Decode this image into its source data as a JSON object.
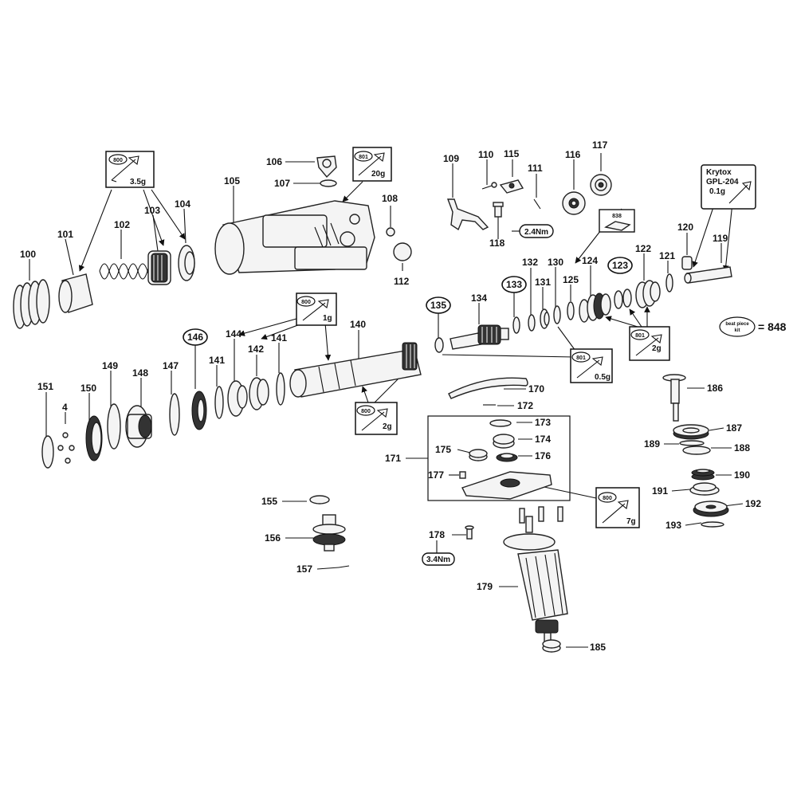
{
  "parts": {
    "p100": "100",
    "p101": "101",
    "p102": "102",
    "p103": "103",
    "p104": "104",
    "p105": "105",
    "p106": "106",
    "p107": "107",
    "p108": "108",
    "p109": "109",
    "p110": "110",
    "p111": "111",
    "p112": "112",
    "p115": "115",
    "p116": "116",
    "p117": "117",
    "p118": "118",
    "p119": "119",
    "p120": "120",
    "p121": "121",
    "p122": "122",
    "p123": "123",
    "p124": "124",
    "p125": "125",
    "p130": "130",
    "p131": "131",
    "p132": "132",
    "p133": "133",
    "p134": "134",
    "p135": "135",
    "p140": "140",
    "p141a": "141",
    "p141b": "141",
    "p142": "142",
    "p144": "144",
    "p146": "146",
    "p147": "147",
    "p148": "148",
    "p149": "149",
    "p150": "150",
    "p151": "151",
    "p4": "4",
    "p155": "155",
    "p156": "156",
    "p157": "157",
    "p170": "170",
    "p171": "171",
    "p172": "172",
    "p173": "173",
    "p174": "174",
    "p175": "175",
    "p176": "176",
    "p177": "177",
    "p178": "178",
    "p179": "179",
    "p185": "185",
    "p186": "186",
    "p187": "187",
    "p188": "188",
    "p189": "189",
    "p190": "190",
    "p191": "191",
    "p192": "192",
    "p193": "193"
  },
  "grease_boxes": {
    "g1": {
      "code": "800",
      "amount": "3.5g"
    },
    "g2": {
      "code": "801",
      "amount": "20g"
    },
    "g3": {
      "code": "800",
      "amount": "1g"
    },
    "g4": {
      "code": "800",
      "amount": "2g"
    },
    "g5": {
      "code": "801",
      "amount": "0.5g"
    },
    "g6": {
      "code": "801",
      "amount": "2g"
    },
    "g7": {
      "code": "800",
      "amount": "7g"
    }
  },
  "torque": {
    "t118": "2.4Nm",
    "t178": "3.4Nm"
  },
  "box_838": "838",
  "krytox": {
    "line1": "Krytox",
    "line2": "GPL-204",
    "line3": "0.1g"
  },
  "beat_kit": {
    "line1": "beat piece",
    "line2": "kit",
    "value": "= 848"
  }
}
